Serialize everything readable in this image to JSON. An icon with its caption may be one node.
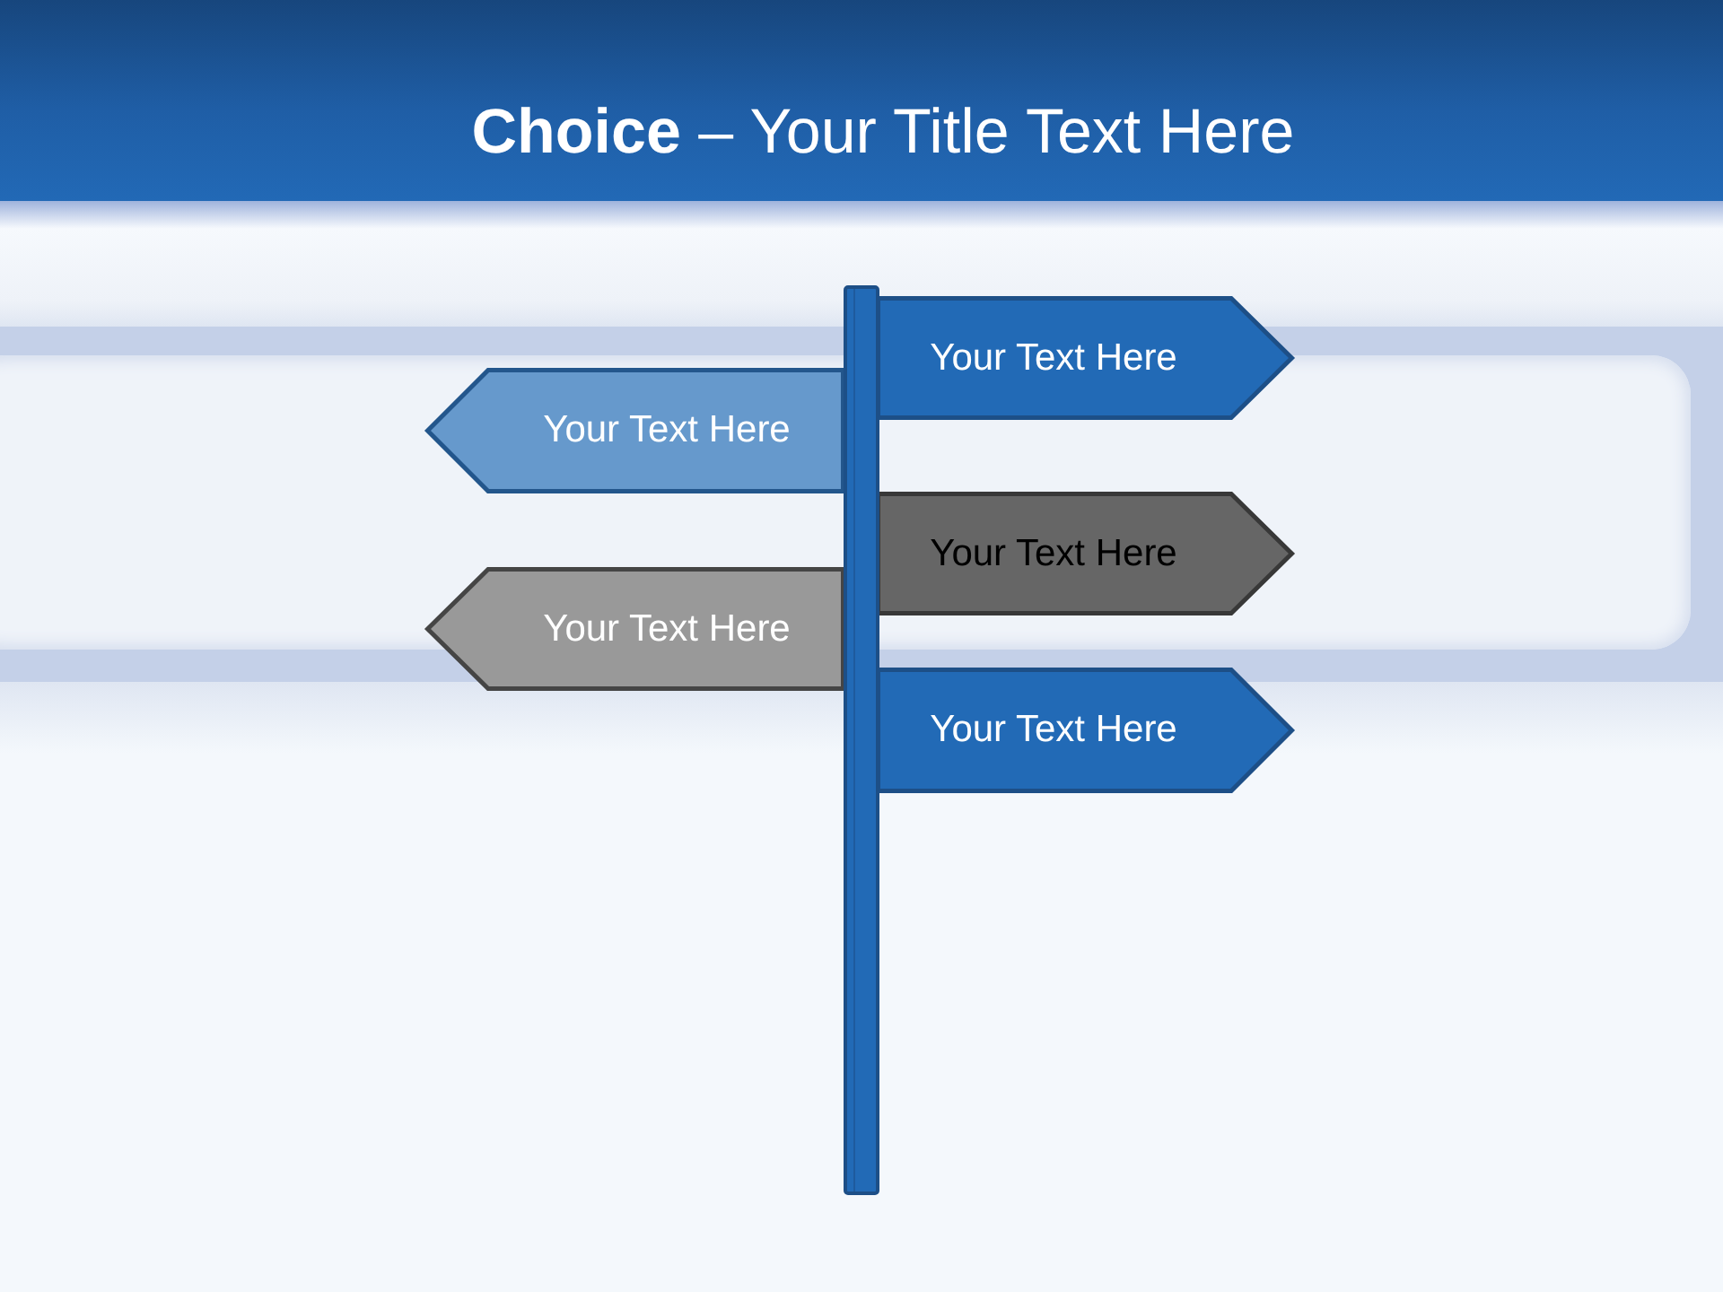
{
  "diagram": {
    "title": "**Choice** – Your Title Text Here",
    "nodes": [
      {
        "text": [
          "Your Text Here"
        ]
      },
      {
        "text": [
          "Your Text Here"
        ]
      },
      {
        "text": [
          "Your Text Here"
        ]
      },
      {
        "text": [
          "Your Text Here"
        ]
      },
      {
        "text": [
          "Your Text Here"
        ]
      }
    ]
  }
}
